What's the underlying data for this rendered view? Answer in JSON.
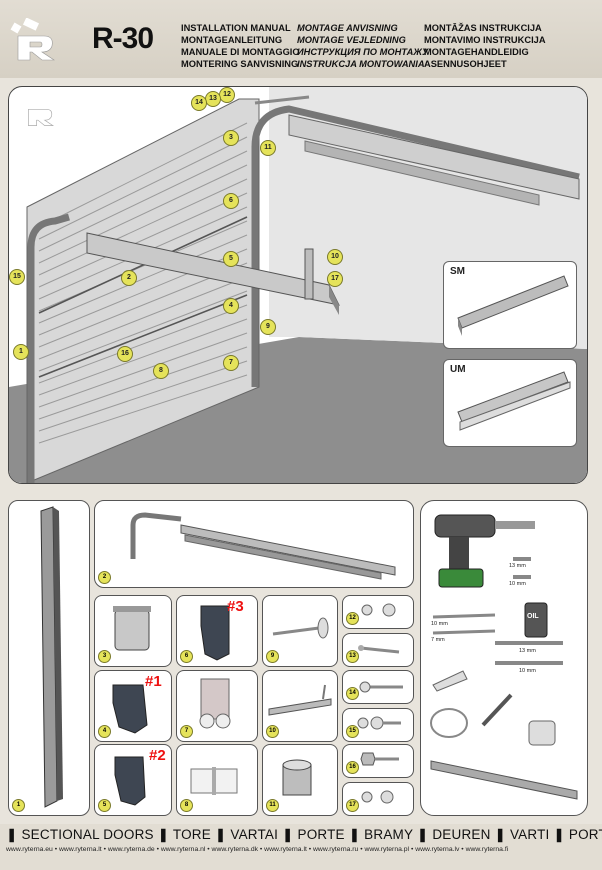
{
  "header": {
    "model": "R-30",
    "languages": [
      [
        "INSTALLATION MANUAL",
        "MONTAGEANLEITUNG",
        "MANUALE DI MONTAGGIO",
        "MONTERING SANVISNING"
      ],
      [
        "MONTAGE ANVISNING",
        "MONTAGE VEJLEDNING",
        "ИНСТРУКЦИЯ ПО МОНТАЖУ",
        "INSTRUKCJA MONTOWANIA"
      ],
      [
        "MONTĀŽAS INSTRUKCIJA",
        "MONTAVIMO INSTRUKCIJA",
        "MONTAGEHANDLEIDIG",
        "ASENNUSOHJEET"
      ]
    ]
  },
  "main_diagram": {
    "callouts": [
      "1",
      "2",
      "3",
      "4",
      "5",
      "6",
      "7",
      "8",
      "9",
      "10",
      "11",
      "12",
      "13",
      "14",
      "15",
      "16",
      "17"
    ],
    "insets": {
      "sm": "SM",
      "um": "UM"
    }
  },
  "parts": {
    "tiles": [
      "1",
      "2",
      "3",
      "4",
      "5",
      "6",
      "7",
      "8",
      "9",
      "10",
      "11",
      "12",
      "13",
      "14",
      "15",
      "16",
      "17"
    ],
    "variants": {
      "v1": "#1",
      "v2": "#2",
      "v3": "#3"
    }
  },
  "tools": {
    "labels": {
      "bit13": "13 mm",
      "bit10": "10 mm",
      "drill10": "10 mm",
      "drill7": "7 mm",
      "wrench13": "13 mm",
      "wrench10": "10 mm",
      "oil": "OIL"
    }
  },
  "footer": {
    "title": "❚ SECTIONAL DOORS ❚ TORE ❚ VARTAI ❚ PORTE ❚ BRAMY ❚ DEUREN ❚ VARTI ❚ PORTA ❚",
    "sites": "www.ryterna.eu • www.ryterna.lt • www.ryterna.de • www.ryterna.nl • www.ryterna.dk • www.ryterna.lt • www.ryterna.ru • www.ryterna.pl • www.ryterna.lv • www.ryterna.fi"
  },
  "colors": {
    "callout": "#e5e35a",
    "accent_red": "#e11111",
    "background": "#e8e4dc"
  }
}
